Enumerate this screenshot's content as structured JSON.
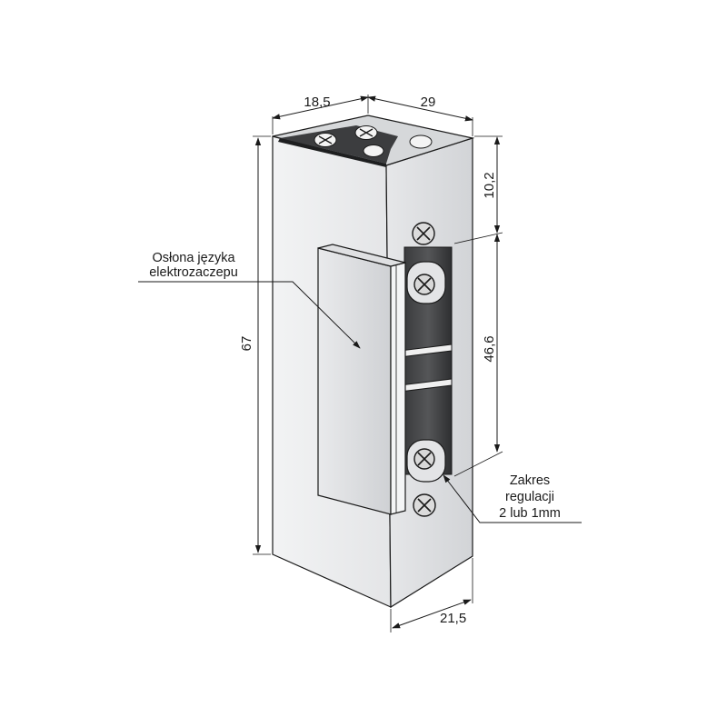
{
  "dimensions": {
    "top_depth": "18,5",
    "top_width": "29",
    "upper_offset": "10,2",
    "keeper_height": "46,6",
    "total_height": "67",
    "bottom_width": "21,5"
  },
  "labels": {
    "cover_line1": "Osłona języka",
    "cover_line2": "elektrozaczepu",
    "adjust_line1": "Zakres",
    "adjust_line2": "regulacji",
    "adjust_line3": "2 lub 1mm"
  }
}
